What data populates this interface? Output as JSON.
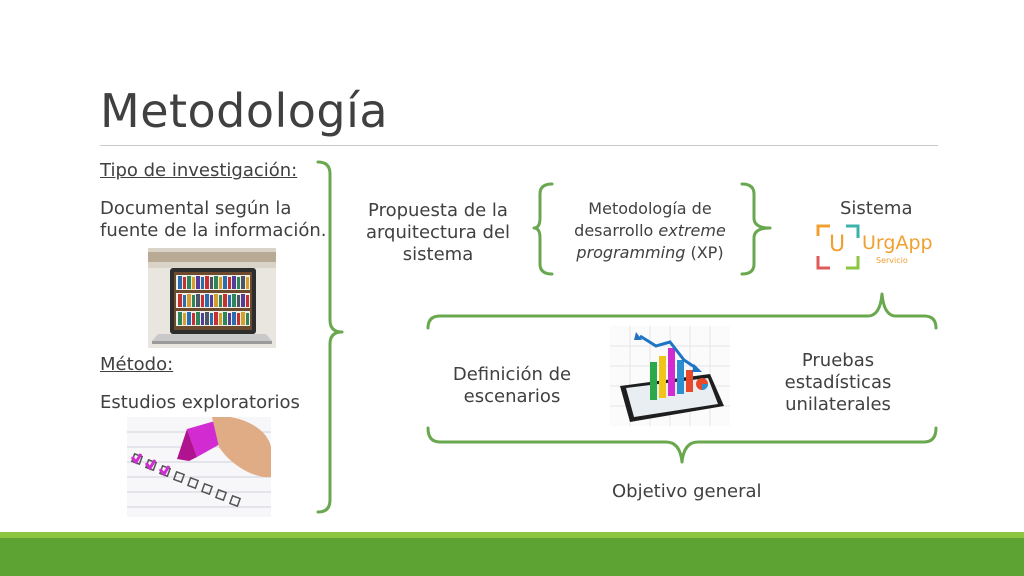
{
  "slide": {
    "title": "Metodología",
    "left": {
      "tipo_label": "Tipo de investigación:",
      "tipo_value": "Documental según la fuente de la información.",
      "metodo_label": "Método:",
      "metodo_value": "Estudios exploratorios"
    },
    "propuesta": "Propuesta de la arquitectura del sistema",
    "metodologia": {
      "line1": "Metodología de",
      "line2_pre": "desarrollo ",
      "line2_em": "extreme",
      "line3_em": "programming",
      "line3_post": " (XP)"
    },
    "sistema": "Sistema",
    "logo": {
      "letter": "U",
      "name": "UrgApp",
      "tagline": "Servicio"
    },
    "definicion": "Definición de escenarios",
    "pruebas": "Pruebas estadísticas unilaterales",
    "objetivo": "Objetivo general"
  },
  "colors": {
    "accent_green": "#6aa84f",
    "band_light": "#8cc640",
    "band_dark": "#5da333",
    "logo_orange": "#f0a030",
    "logo_teal": "#3bb3a8"
  }
}
